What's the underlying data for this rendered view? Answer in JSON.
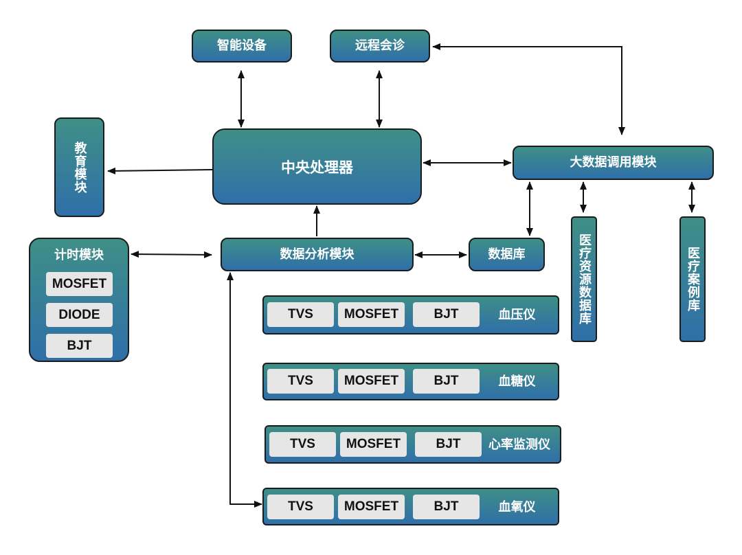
{
  "nodes": {
    "smart_device": "智能设备",
    "remote_consult": "远程会诊",
    "education": "教育模块",
    "cpu": "中央处理器",
    "bigdata": "大数据调用模块",
    "timer": "计时模块",
    "analysis": "数据分析模块",
    "database": "数据库",
    "med_resource_db": "医疗资源数据库",
    "med_case_db": "医疗案例库"
  },
  "timer_components": [
    "MOSFET",
    "DIODE",
    "BJT"
  ],
  "devices": [
    {
      "components": [
        "TVS",
        "MOSFET",
        "BJT"
      ],
      "label": "血压仪"
    },
    {
      "components": [
        "TVS",
        "MOSFET",
        "BJT"
      ],
      "label": "血糖仪"
    },
    {
      "components": [
        "TVS",
        "MOSFET",
        "BJT"
      ],
      "label": "心率监测仪"
    },
    {
      "components": [
        "TVS",
        "MOSFET",
        "BJT"
      ],
      "label": "血氧仪"
    }
  ]
}
